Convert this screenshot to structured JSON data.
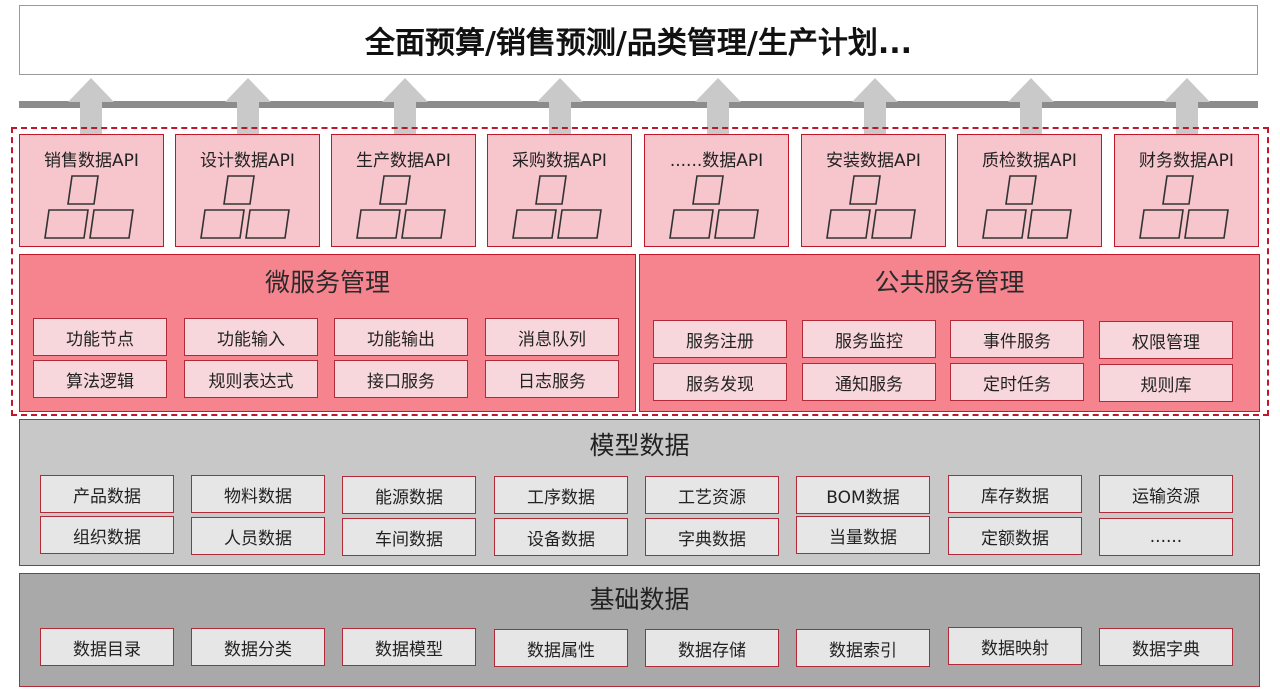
{
  "banner": {
    "title": "全面预算/销售预测/品类管理/生产计划..."
  },
  "apis": [
    "销售数据API",
    "设计数据API",
    "生产数据API",
    "采购数据API",
    "......数据API",
    "安装数据API",
    "质检数据API",
    "财务数据API"
  ],
  "microservice": {
    "title": "微服务管理",
    "items": [
      "功能节点",
      "功能输入",
      "功能输出",
      "消息队列",
      "算法逻辑",
      "规则表达式",
      "接口服务",
      "日志服务"
    ]
  },
  "public_service": {
    "title": "公共服务管理",
    "items": [
      "服务注册",
      "服务监控",
      "事件服务",
      "权限管理",
      "服务发现",
      "通知服务",
      "定时任务",
      "规则库"
    ]
  },
  "model_data": {
    "title": "模型数据",
    "items": [
      "产品数据",
      "物料数据",
      "能源数据",
      "工序数据",
      "工艺资源",
      "BOM数据",
      "库存数据",
      "运输资源",
      "组织数据",
      "人员数据",
      "车间数据",
      "设备数据",
      "字典数据",
      "当量数据",
      "定额数据",
      "......"
    ]
  },
  "foundation_data": {
    "title": "基础数据",
    "items": [
      "数据目录",
      "数据分类",
      "数据模型",
      "数据属性",
      "数据存储",
      "数据索引",
      "数据映射",
      "数据字典"
    ]
  },
  "colors": {
    "accent_red": "#c0172b",
    "service_panel": "#f5848f",
    "api_card": "#f6c6cc",
    "model_panel": "#c8c8c8",
    "foundation_panel": "#a9a9a9"
  }
}
